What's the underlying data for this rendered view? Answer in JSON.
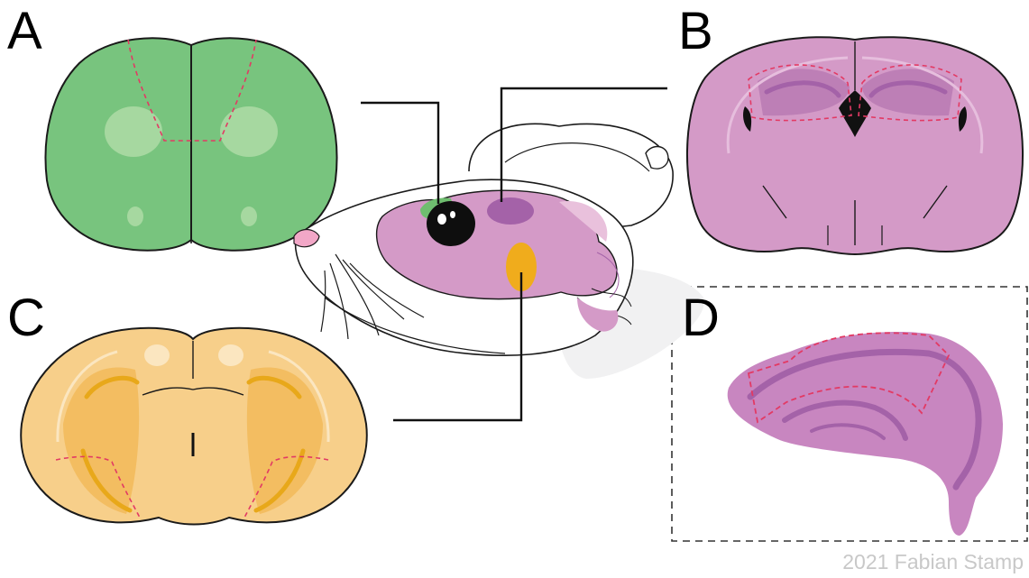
{
  "panels": {
    "a": {
      "label": "A",
      "color": "#78c47e"
    },
    "b": {
      "label": "B",
      "color": "#d49ac7"
    },
    "c": {
      "label": "C",
      "color": "#f7cf8a"
    },
    "d": {
      "label": "D",
      "color": "#c886c0"
    }
  },
  "highlight_colors": {
    "olfactory_bulb": "#6fbe6f",
    "hippocampus_region": "#a462a8",
    "piriform_region": "#f0ac1c",
    "outline_dashed": "#e23a64"
  },
  "credit": "2021 Fabian Stamp"
}
